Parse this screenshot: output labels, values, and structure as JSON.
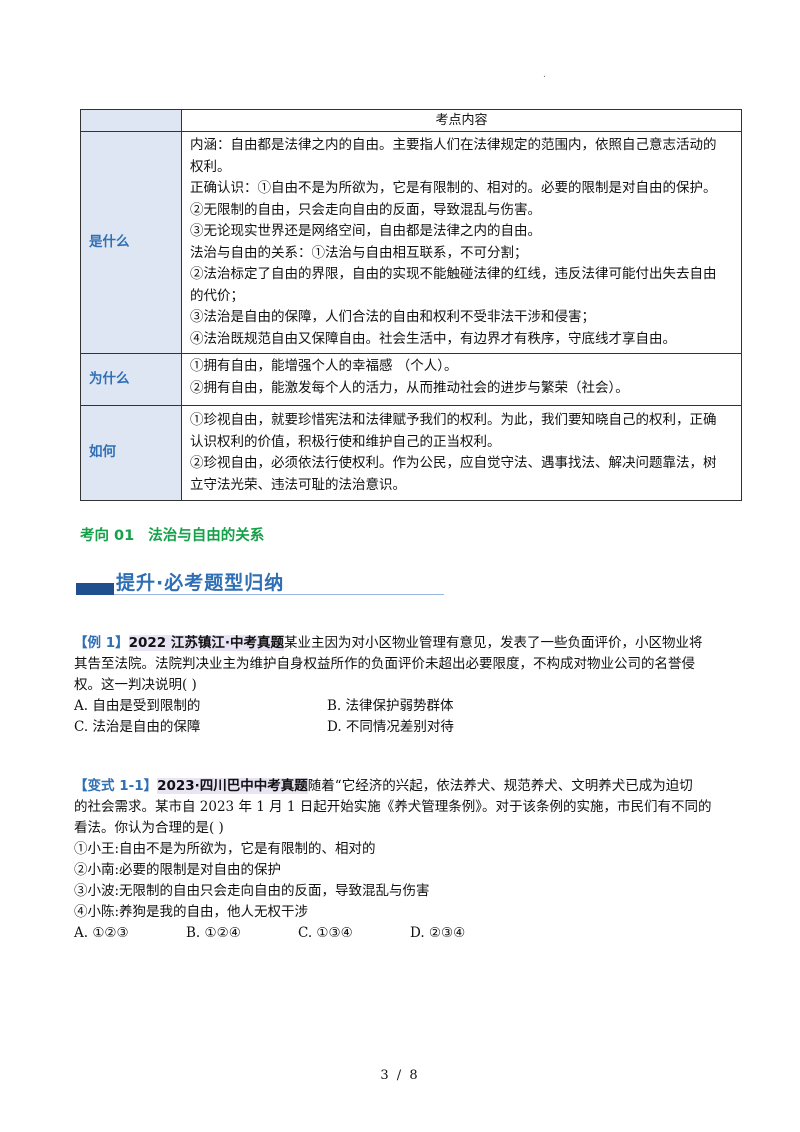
{
  "table": {
    "header": "考点内容",
    "rows": [
      {
        "label": "是什么",
        "lines": [
          "内涵：自由都是法律之内的自由。主要指人们在法律规定的范围内，依照自己意志活动的",
          "权利。",
          "正确认识：①自由不是为所欲为，它是有限制的、相对的。必要的限制是对自由的保护。",
          "②无限制的自由，只会走向自由的反面，导致混乱与伤害。",
          "③无论现实世界还是网络空间，自由都是法律之内的自由。",
          "法治与自由的关系：①法治与自由相互联系，不可分割；",
          "②法治标定了自由的界限，自由的实现不能触碰法律的红线，违反法律可能付出失去自由",
          "的代价；",
          "③法治是自由的保障，人们合法的自由和权利不受非法干涉和侵害；",
          "④法治既规范自由又保障自由。社会生活中，有边界才有秩序，守底线才享自由。"
        ]
      },
      {
        "label": "为什么",
        "lines": [
          "①拥有自由，能增强个人的幸福感 （个人）。",
          "②拥有自由，能激发每个人的活力，从而推动社会的进步与繁荣（社会）。"
        ]
      },
      {
        "label": "如何",
        "lines": [
          "①珍视自由，就要珍惜宪法和法律赋予我们的权利。为此，我们要知晓自己的权利，正确",
          "认识权利的价值，积极行使和维护自己的正当权利。",
          "②珍视自由，必须依法行使权利。作为公民，应自觉守法、遇事找法、解决问题靠法，树",
          "立守法光荣、违法可耻的法治意识。"
        ]
      }
    ]
  },
  "subtitle": {
    "code": "考向 01",
    "text": "法治与自由的关系"
  },
  "banner": {
    "title": "提升·必考题型归纳"
  },
  "example1": {
    "tag": "【例 1】",
    "source": "2022 江苏镇江·中考真题",
    "lines": [
      "某业主因为对小区物业管理有意见，发表了一些负面评价，小区物业将",
      "其告至法院。法院判决业主为维护自身权益所作的负面评价未超出必要限度，不构成对物业公司的名誉侵",
      "权。这一判决说明(      )"
    ],
    "options": [
      "A. 自由是受到限制的",
      "B. 法律保护弱势群体",
      "C. 法治是自由的保障",
      "D. 不同情况差别对待"
    ]
  },
  "variant1": {
    "tag": "【变式 1-1】",
    "source": "2023·四川巴中中考真题",
    "lines": [
      "随着“它经济的兴起，依法养犬、规范养犬、文明养犬已成为迫切",
      "的社会需求。某市自 2023 年 1 月 1 日起开始实施《养犬管理条例》。对于该条例的实施，市民们有不同的",
      "看法。你认为合理的是(      )",
      "①小王:自由不是为所欲为，它是有限制的、相对的",
      "②小南:必要的限制是对自由的保护",
      "③小波:无限制的自由只会走向自由的反面，导致混乱与伤害",
      "④小陈:养狗是我的自由，他人无权干涉"
    ],
    "options": [
      "A. ①②③",
      "B. ①②④",
      "C. ①③④",
      "D. ②③④"
    ]
  },
  "page_number": "3 / 8",
  "colors": {
    "label_bg": "#dfe6f3",
    "label_text": "#2f6fb5",
    "subtitle_green": "#15a04a",
    "banner_bar": "#1f4f8f",
    "source_highlight": "#e9e4f4"
  }
}
